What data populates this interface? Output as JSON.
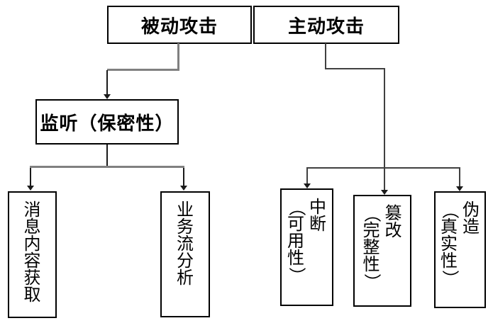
{
  "diagram": {
    "nodes": {
      "passive": {
        "label": "被动攻击"
      },
      "active": {
        "label": "主动攻击"
      },
      "listen": {
        "label": "监听（保密性）"
      },
      "msg_content": {
        "label": "消息内容获取",
        "lines": [
          "消息内容获取"
        ]
      },
      "traffic_flow": {
        "label": "业务流分析",
        "lines": [
          "业务流分析"
        ]
      },
      "interrupt": {
        "label": "中断（可用性）",
        "lines": [
          "中断",
          "（可用性）"
        ]
      },
      "tamper": {
        "label": "篡改（完整性）",
        "lines": [
          "篡改",
          "（完整性）"
        ]
      },
      "forge": {
        "label": "伪造（真实性）",
        "lines": [
          "伪造",
          "（真实性）"
        ]
      }
    },
    "edges": [
      {
        "from": "被动攻击",
        "to": "监听（保密性）"
      },
      {
        "from": "监听（保密性）",
        "to": "消息内容获取"
      },
      {
        "from": "监听（保密性）",
        "to": "业务流分析"
      },
      {
        "from": "主动攻击",
        "to": "中断（可用性）"
      },
      {
        "from": "主动攻击",
        "to": "篡改（完整性）"
      },
      {
        "from": "主动攻击",
        "to": "伪造（真实性）"
      }
    ],
    "colors": {
      "background": "#ffffff",
      "box_border": "#000000",
      "text": "#000000",
      "connector_gray": "#808080",
      "connector_dark": "#404040",
      "arrow": "#1a1a1a"
    }
  }
}
